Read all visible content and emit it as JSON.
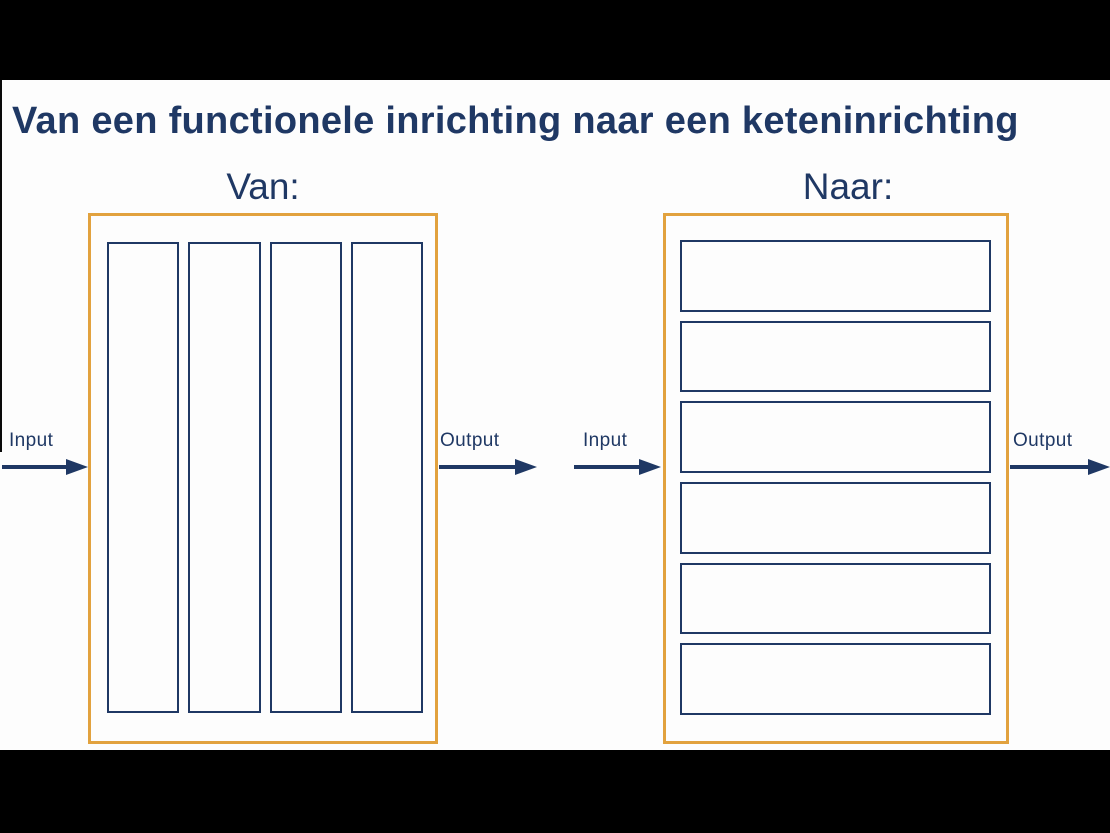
{
  "title": "Van een functionele inrichting naar een keteninrichting",
  "left_diagram": {
    "label": "Van:",
    "input_label": "Input",
    "output_label": "Output",
    "bar_count": 4,
    "bar_orientation": "vertical"
  },
  "right_diagram": {
    "label": "Naar:",
    "input_label": "Input",
    "output_label": "Output",
    "bar_count": 6,
    "bar_orientation": "horizontal"
  },
  "colors": {
    "navy": "#1f3864",
    "accent_orange": "#e2a23e",
    "letterbox_black": "#000000",
    "background": "#fdfdfd"
  }
}
